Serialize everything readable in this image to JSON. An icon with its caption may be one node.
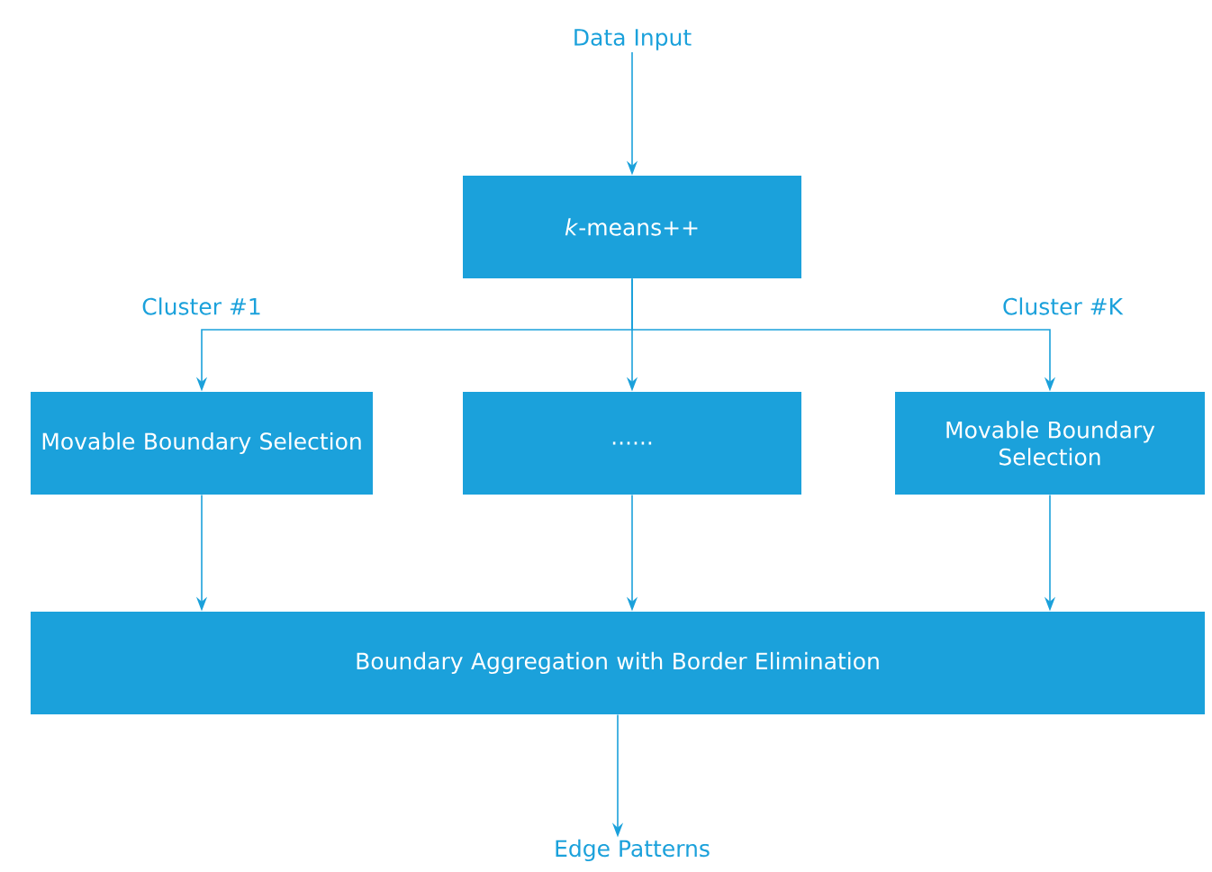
{
  "diagram": {
    "nodes": [
      {
        "text": [
          "Data Input"
        ]
      },
      {
        "text": [
          "*k*-means++"
        ]
      },
      {
        "text": [
          "Movable Boundary Selection"
        ]
      },
      {
        "text": [
          "......"
        ]
      },
      {
        "text": [
          "Movable Boundary Selection"
        ]
      },
      {
        "text": [
          "Boundary Aggregation with Border Elimination"
        ]
      },
      {
        "text": [
          "Edge Patterns"
        ]
      }
    ],
    "edges": [
      {
        "from": 0,
        "to": 1,
        "arrow": "to"
      },
      {
        "from": 1,
        "to": 2,
        "arrow": "to",
        "label": "Cluster #1"
      },
      {
        "from": 1,
        "to": 3,
        "arrow": "to"
      },
      {
        "from": 1,
        "to": 4,
        "arrow": "to",
        "label": "Cluster #K"
      },
      {
        "from": 2,
        "to": 5,
        "arrow": "to"
      },
      {
        "from": 3,
        "to": 5,
        "arrow": "to"
      },
      {
        "from": 4,
        "to": 5,
        "arrow": "to"
      },
      {
        "from": 5,
        "to": 6,
        "arrow": "to"
      }
    ]
  }
}
